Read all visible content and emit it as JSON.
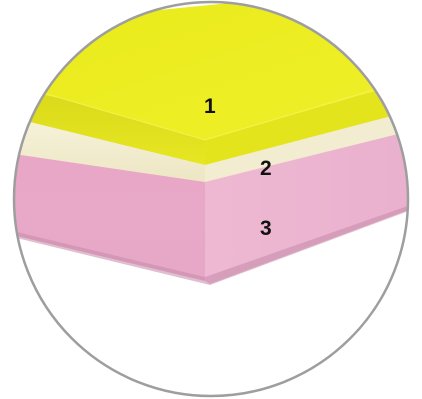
{
  "layers": [
    {
      "label": "1",
      "color": "#eaea1f"
    },
    {
      "label": "2",
      "color": "#f3efd2"
    },
    {
      "label": "3",
      "color": "#eab2cf"
    }
  ],
  "ring_color": "#9e9e9e",
  "background": "#ffffff"
}
